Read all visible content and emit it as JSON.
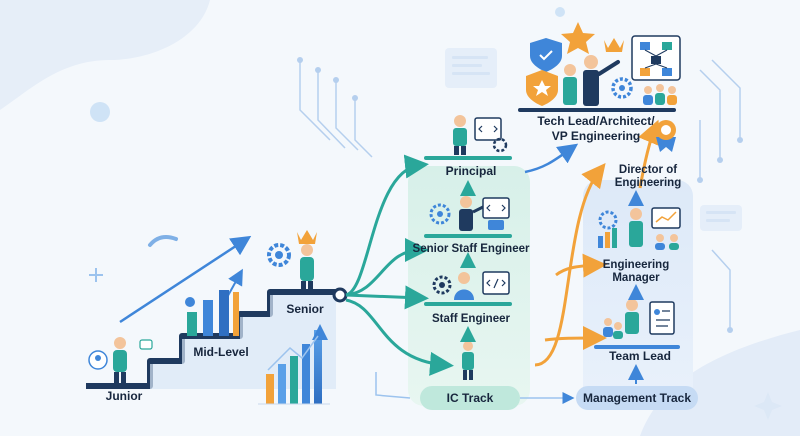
{
  "stages": {
    "junior": "Junior",
    "mid_level": "Mid-Level",
    "senior": "Senior"
  },
  "ic_track": {
    "label": "IC Track",
    "roles": {
      "staff": "Staff Engineer",
      "senior_staff": "Senior Staff Engineer",
      "principal": "Principal"
    }
  },
  "management_track": {
    "label": "Management Track",
    "roles": {
      "team_lead": "Team Lead",
      "manager_line1": "Engineering",
      "manager_line2": "Manager",
      "director_line1": "Director of",
      "director_line2": "Engineering"
    }
  },
  "top": {
    "line1": "Tech Lead/Architect/",
    "line2": "VP Engineering"
  },
  "colors": {
    "teal": "#2aa79a",
    "orange": "#f2a23a",
    "blue": "#3f86d9",
    "navy": "#1d3557",
    "step": "#1f3a5f"
  }
}
